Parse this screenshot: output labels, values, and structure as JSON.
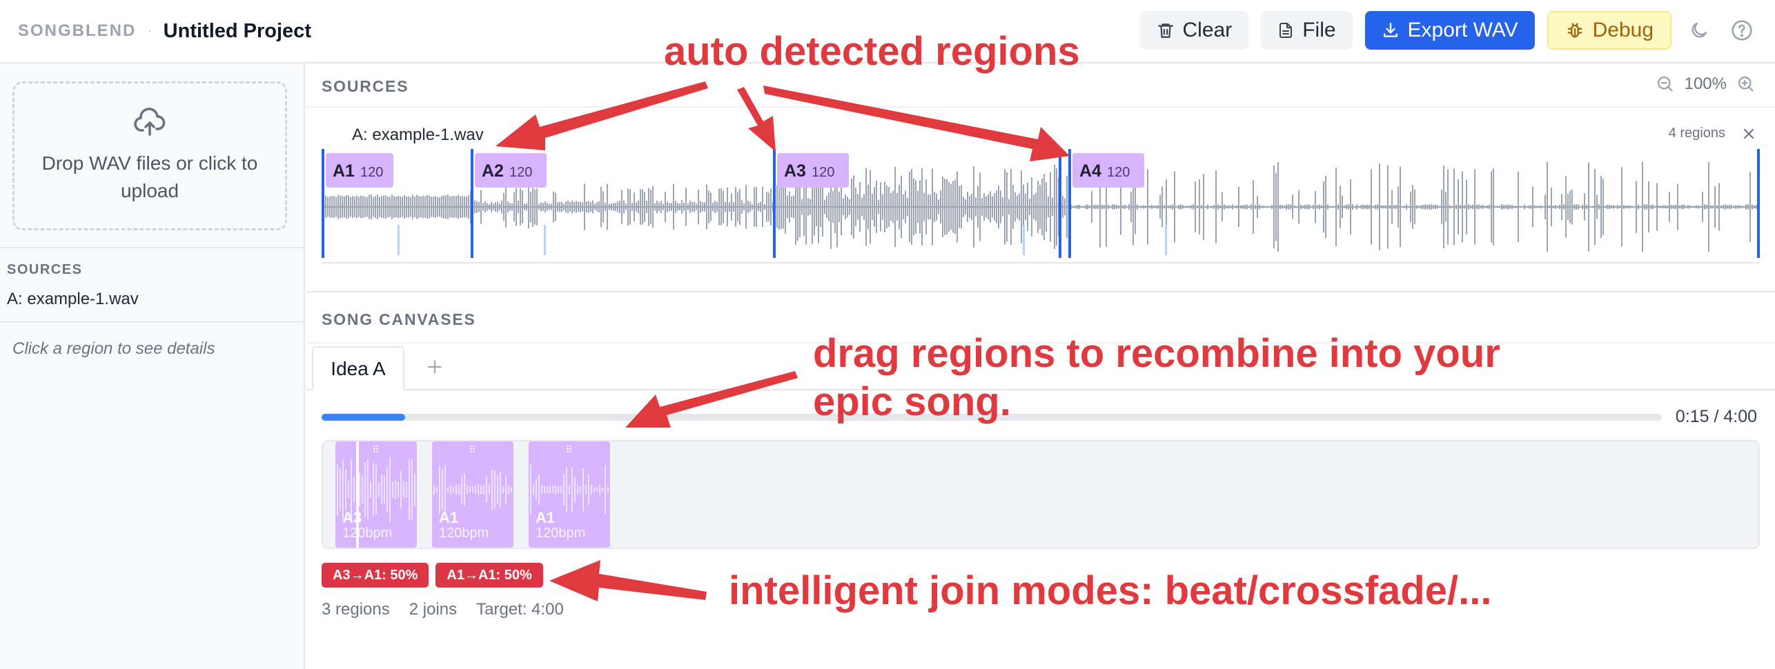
{
  "header": {
    "brand": "SONGBLEND",
    "separator": "·",
    "project": "Untitled Project",
    "buttons": {
      "clear": "Clear",
      "file": "File",
      "export": "Export WAV",
      "debug": "Debug"
    }
  },
  "sidebar": {
    "dropzone": "Drop WAV files or click to upload",
    "sources_label": "SOURCES",
    "sources": [
      "A: example-1.wav"
    ],
    "hint": "Click a region to see details"
  },
  "sources_panel": {
    "title": "SOURCES",
    "zoom": "100%",
    "track": {
      "name": "A: example-1.wav",
      "regions_count": "4 regions",
      "regions": [
        {
          "name": "A1",
          "bpm": "120"
        },
        {
          "name": "A2",
          "bpm": "120"
        },
        {
          "name": "A3",
          "bpm": "120"
        },
        {
          "name": "A4",
          "bpm": "120"
        }
      ]
    }
  },
  "canvases": {
    "title": "SONG CANVASES",
    "tabs": [
      "Idea A"
    ],
    "add_label": "+",
    "progress": 0.0625,
    "time": "0:15 / 4:00",
    "blocks": [
      {
        "name": "A3",
        "bpm": "120bpm"
      },
      {
        "name": "A1",
        "bpm": "120bpm"
      },
      {
        "name": "A1",
        "bpm": "120bpm"
      }
    ],
    "joins": [
      "A3→A1: 50%",
      "A1→A1: 50%"
    ],
    "stats": {
      "regions": "3 regions",
      "joins": "2 joins",
      "target": "Target: 4:00"
    }
  },
  "annotations": {
    "a1": "auto detected regions",
    "a2_line1": "drag regions to recombine into your",
    "a2_line2": "epic song.",
    "a3": "intelligent join modes: beat/crossfade/..."
  },
  "colors": {
    "accent": "#2563eb",
    "region": "#d8b4fe",
    "waveform": "#9aa4b4",
    "annotation": "#e0393e",
    "chip": "#dc3545"
  }
}
